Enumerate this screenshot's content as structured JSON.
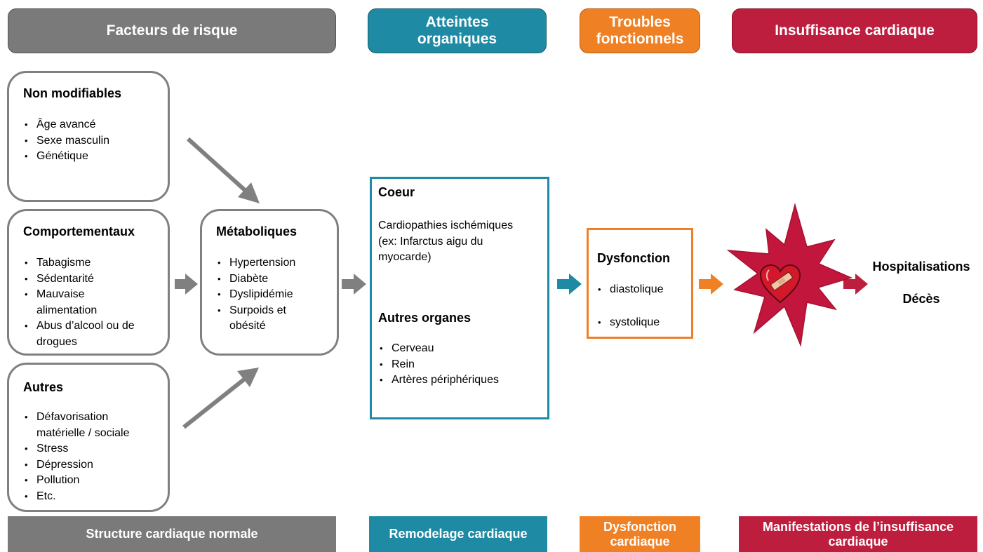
{
  "headers": {
    "risk_factors": "Facteurs de risque",
    "organ_damage": "Atteintes\norganiques",
    "functional": "Troubles\nfonctionnels",
    "heart_failure": "Insuffisance cardiaque"
  },
  "boxes": {
    "non_modifiable": {
      "title": "Non modifiables",
      "items": [
        "Âge avancé",
        "Sexe masculin",
        "Génétique"
      ]
    },
    "behavioral": {
      "title": "Comportementaux",
      "items": [
        "Tabagisme",
        "Sédentarité",
        "Mauvaise\nalimentation",
        "Abus d’alcool ou de\ndrogues"
      ]
    },
    "others": {
      "title": "Autres",
      "items": [
        "Défavorisation\nmatérielle / sociale",
        "Stress",
        "Dépression",
        "Pollution",
        "Etc."
      ]
    },
    "metabolic": {
      "title": "Métaboliques",
      "items": [
        "Hypertension",
        "Diabète",
        "Dyslipidémie",
        "Surpoids et\nobésité"
      ]
    },
    "organs": {
      "heart_title": "Coeur",
      "heart_text": "Cardiopathies ischémiques\n(ex: Infarctus aigu du\nmyocarde)",
      "other_title": "Autres organes",
      "other_items": [
        "Cerveau",
        "Rein",
        "Artères périphériques"
      ]
    },
    "dysfunction": {
      "title": "Dysfonction",
      "items": [
        "diastolique",
        "systolique"
      ]
    }
  },
  "outcomes": {
    "hospital": "Hospitalisations",
    "death": "Décès"
  },
  "footers": {
    "normal": "Structure cardiaque normale",
    "remodel": "Remodelage cardiaque",
    "dysfunction": "Dysfonction\ncardiaque",
    "manifest": "Manifestations de l’insuffisance\ncardiaque"
  },
  "colors": {
    "gray": "#7a7a7a",
    "teal": "#1e8aa3",
    "orange": "#f08024",
    "red": "#be1e3e",
    "burst": "#c2163c"
  },
  "icons": {
    "broken_heart": "bandaged-heart-icon",
    "burst": "explosion-burst-icon"
  }
}
